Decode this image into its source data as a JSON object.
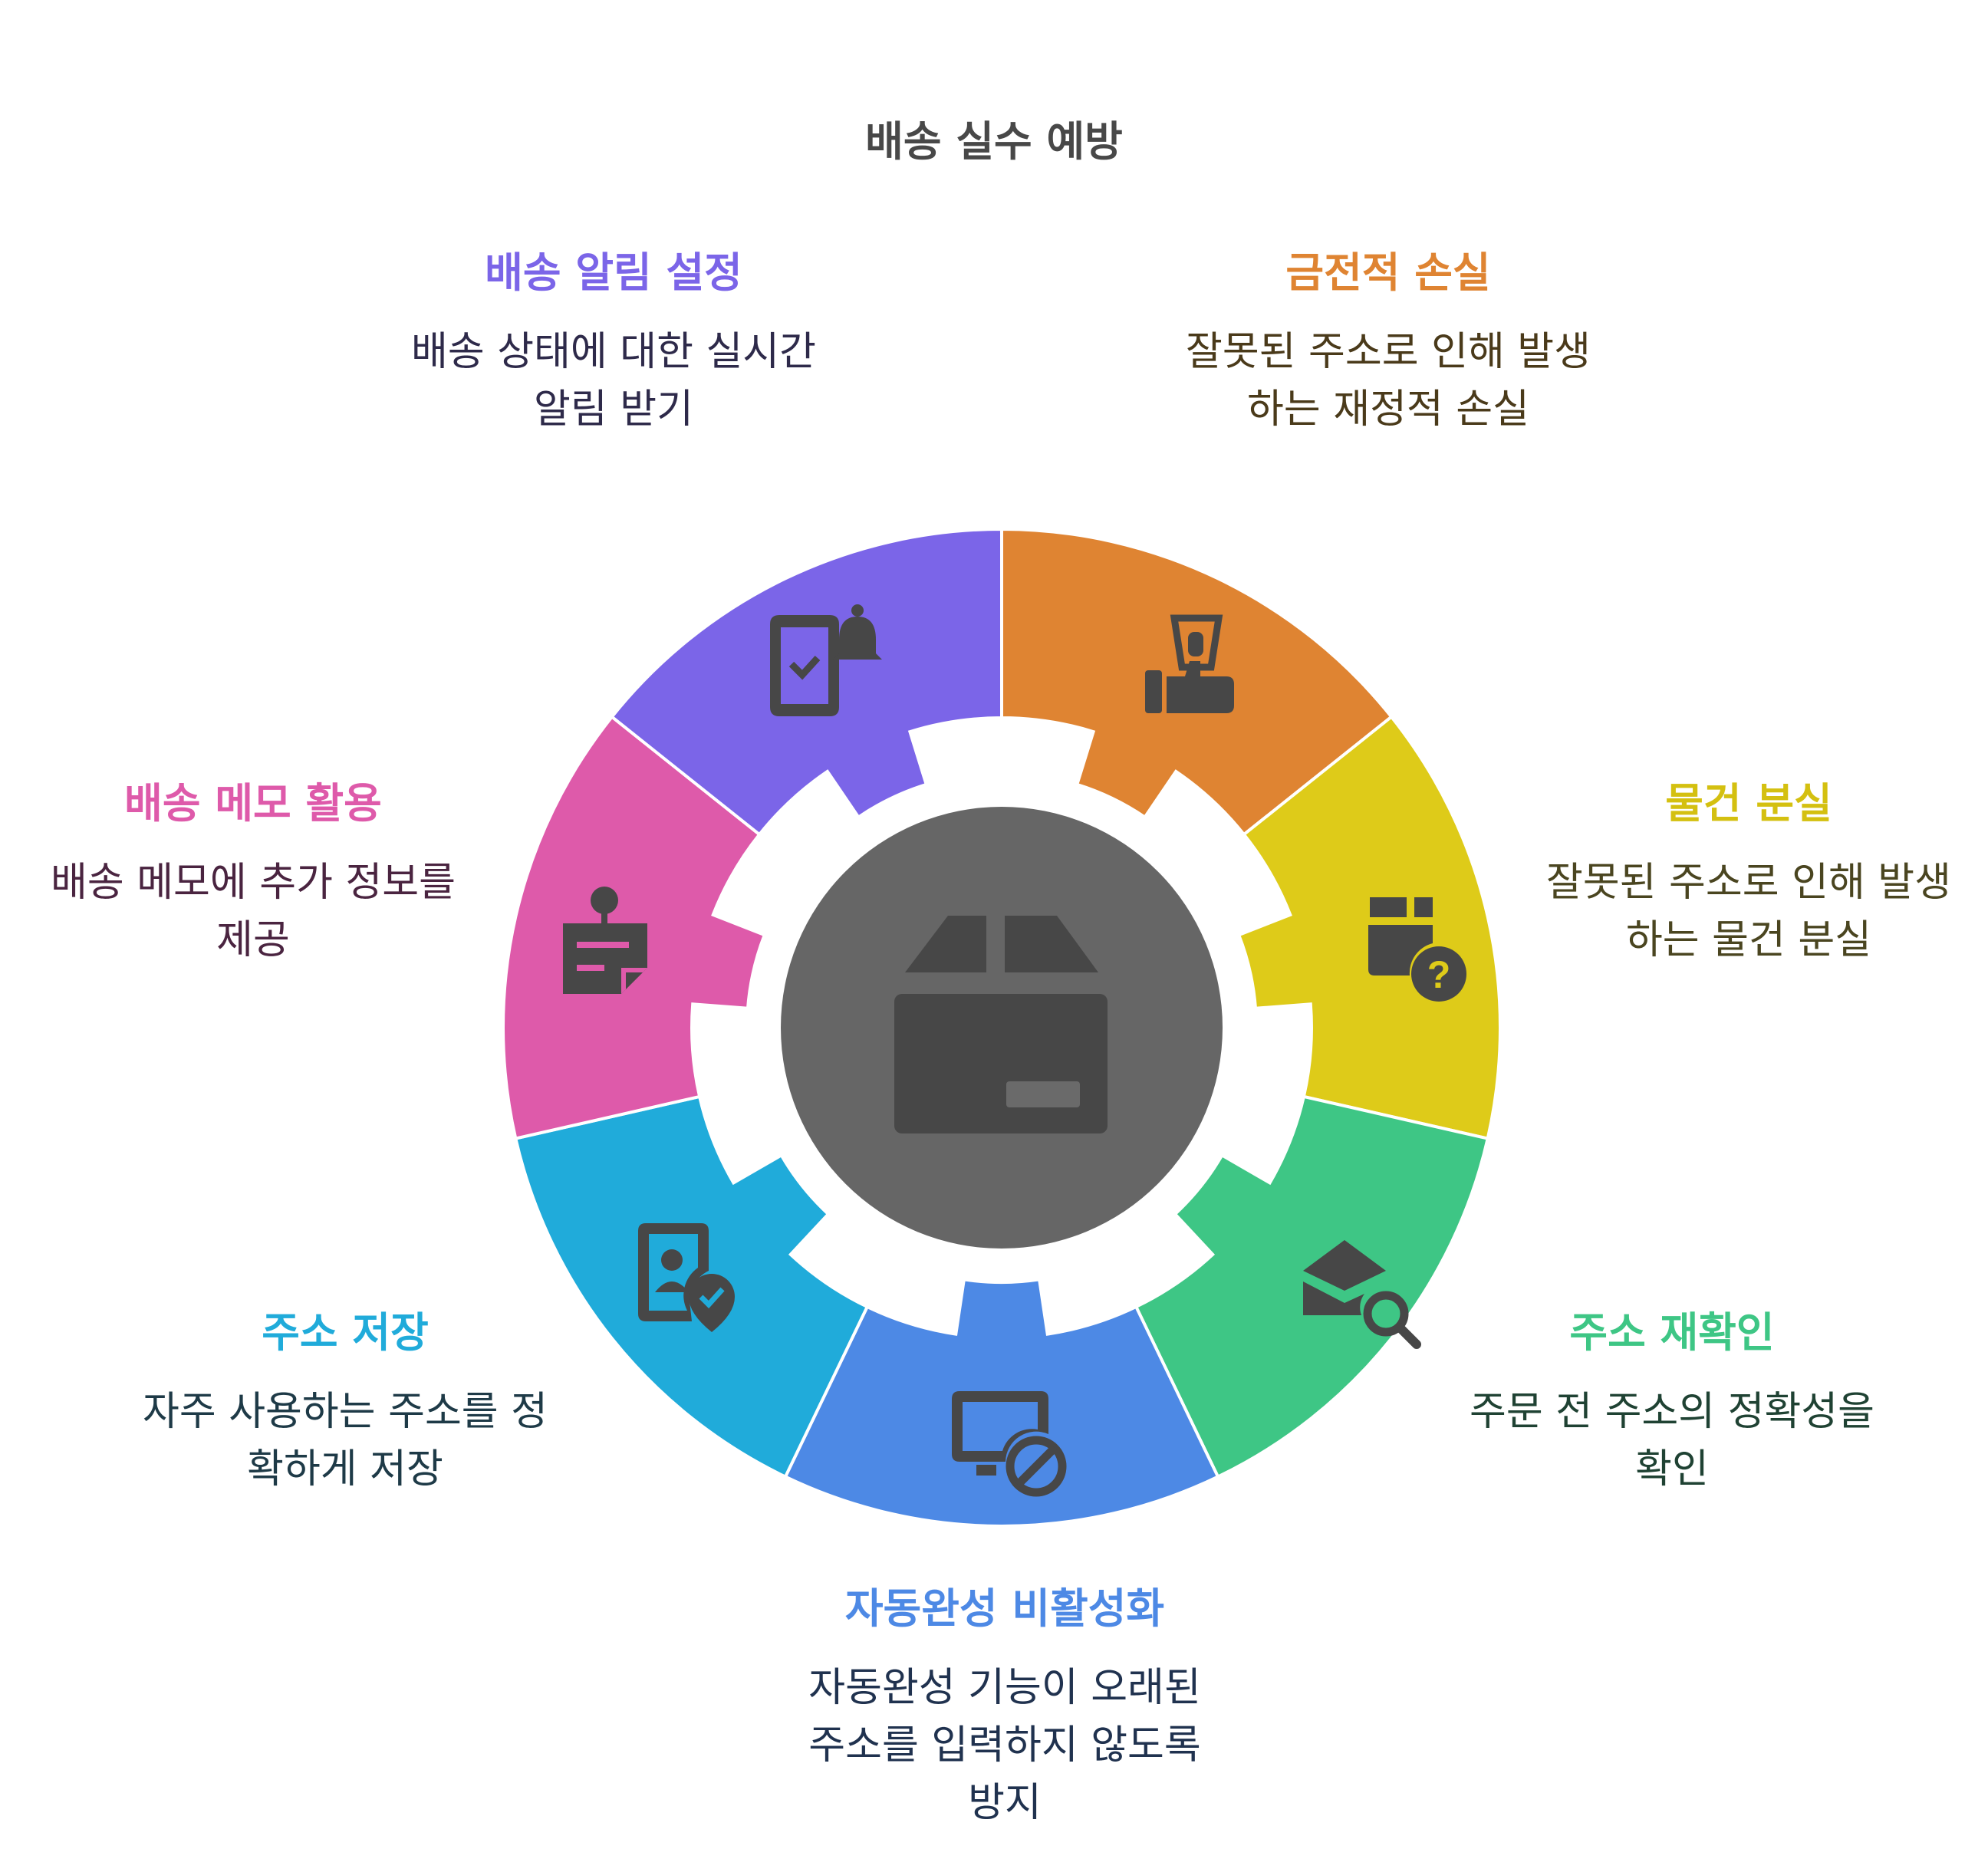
{
  "title": "배송 실수 예방",
  "center": {
    "icon": "box-icon",
    "color": "#666666"
  },
  "segments": [
    {
      "id": "financial-loss",
      "title": "금전적 손실",
      "description": "잘못된 주소로 인해 발생하는 재정적 손실",
      "color": "#DF8432",
      "title_color": "#DF8432",
      "desc_color": "#4A3A1A",
      "icon": "hand-money-icon"
    },
    {
      "id": "lost-item",
      "title": "물건 분실",
      "description": "잘못된 주소로 인해 발생하는 물건 분실",
      "color": "#DECB19",
      "title_color": "#D4C010",
      "desc_color": "#4A4520",
      "icon": "box-question-icon"
    },
    {
      "id": "address-recheck",
      "title": "주소 재확인",
      "description": "주문 전 주소의 정확성을 확인",
      "color": "#3EC685",
      "title_color": "#3EC685",
      "desc_color": "#1F4233",
      "icon": "mail-search-icon"
    },
    {
      "id": "disable-autocomplete",
      "title": "자동완성 비활성화",
      "description": "자동완성 기능이 오래된 주소를 입력하지 않도록 방지",
      "color": "#4D89E5",
      "title_color": "#4D89E5",
      "desc_color": "#20324F",
      "icon": "monitor-block-icon"
    },
    {
      "id": "save-address",
      "title": "주소 저장",
      "description": "자주 사용하는 주소를 정확하게 저장",
      "color": "#20ABDA",
      "title_color": "#20ABDA",
      "desc_color": "#1E3A47",
      "icon": "contact-location-icon"
    },
    {
      "id": "delivery-memo",
      "title": "배송 메모 활용",
      "description": "배송 메모에 추가 정보를 제공",
      "color": "#DE5AAA",
      "title_color": "#DE5AAA",
      "desc_color": "#4A2440",
      "icon": "pinned-note-icon"
    },
    {
      "id": "delivery-alert",
      "title": "배송 알림 설정",
      "description": "배송 상태에 대한 실시간 알림 받기",
      "color": "#7B65E8",
      "title_color": "#7B65E8",
      "desc_color": "#2E2A4A",
      "icon": "phone-bell-icon"
    }
  ]
}
